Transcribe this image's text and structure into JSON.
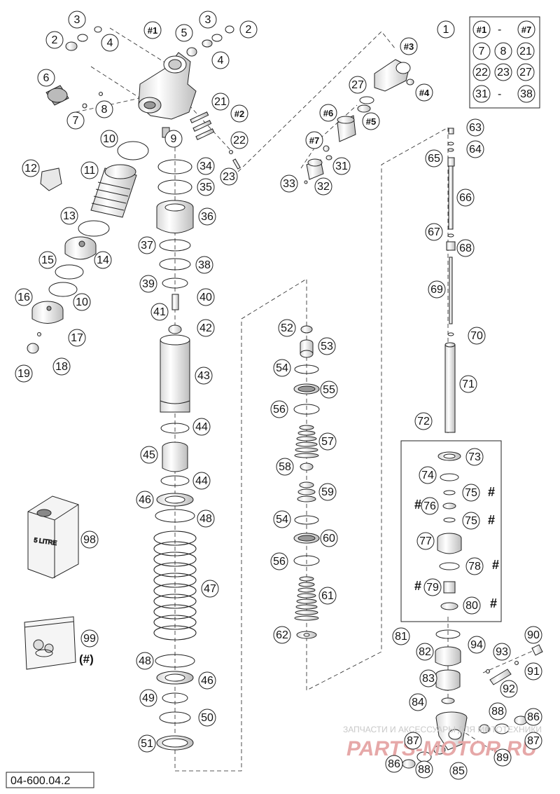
{
  "diagram": {
    "code": "04-600.04.2",
    "hash_symbol": "#",
    "hash_paren": "(#)",
    "can_text": "5 LITRE",
    "watermark_line1": "ЗАПЧАСТИ И АКСЕССУАРЫ ДЛЯ МОТОТЕХНИКИ",
    "watermark_line2": "PARTS-MOTOR.RU",
    "kit_box": {
      "numbers": [
        "1"
      ],
      "range1": {
        "from": "#1",
        "to": "#7"
      },
      "items": [
        "7",
        "8",
        "21",
        "22",
        "23",
        "27"
      ],
      "range2": {
        "from": "31",
        "to": "38"
      }
    },
    "callouts": [
      "1",
      "2",
      "3",
      "4",
      "5",
      "6",
      "7",
      "8",
      "9",
      "10",
      "11",
      "12",
      "13",
      "14",
      "15",
      "16",
      "17",
      "18",
      "19",
      "21",
      "22",
      "23",
      "27",
      "31",
      "32",
      "33",
      "34",
      "35",
      "36",
      "37",
      "38",
      "39",
      "40",
      "41",
      "42",
      "43",
      "44",
      "45",
      "46",
      "47",
      "48",
      "49",
      "50",
      "51",
      "52",
      "53",
      "54",
      "55",
      "56",
      "57",
      "58",
      "59",
      "60",
      "61",
      "62",
      "63",
      "64",
      "65",
      "66",
      "67",
      "68",
      "69",
      "70",
      "71",
      "72",
      "73",
      "74",
      "75",
      "76",
      "77",
      "78",
      "79",
      "80",
      "81",
      "82",
      "83",
      "84",
      "85",
      "86",
      "87",
      "88",
      "89",
      "90",
      "91",
      "92",
      "93",
      "94",
      "98",
      "99",
      "#1",
      "#2",
      "#3",
      "#4",
      "#5",
      "#6",
      "#7"
    ]
  },
  "colors": {
    "line": "#222222",
    "part_fill": "#f2f2f2",
    "part_shade": "#cfcfcf",
    "watermark_red": "#e0a0a0",
    "watermark_gray": "#c8c8c8"
  }
}
